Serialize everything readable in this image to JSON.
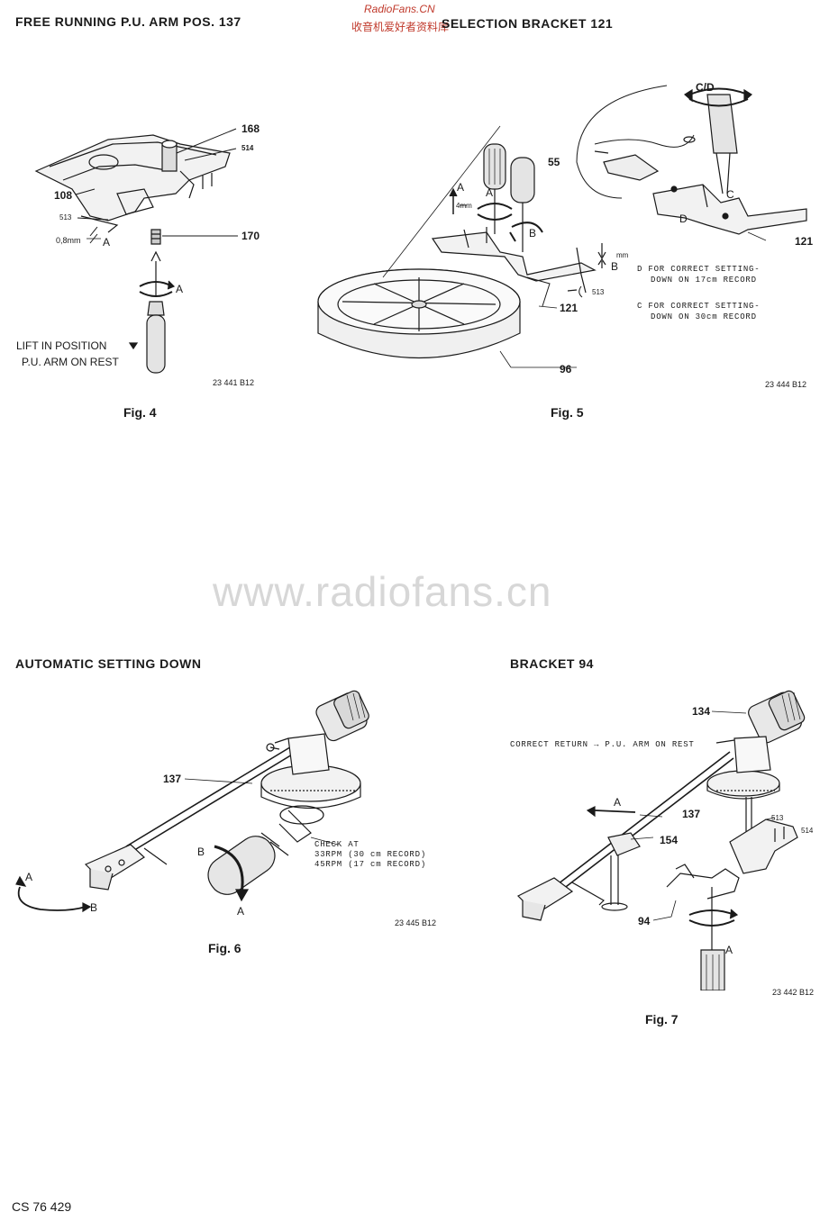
{
  "watermark": {
    "brand": "RadioFans.CN",
    "brand_cn": "收音机爱好者资料库",
    "site": "www.radiofans.cn"
  },
  "fig4": {
    "title": "FREE RUNNING P.U. ARM POS. 137",
    "callouts": {
      "c168": "168",
      "c514": "514",
      "c108": "108",
      "c513": "513",
      "c170": "170",
      "gap": "0,8mm",
      "a1": "A",
      "a2": "A"
    },
    "note_line1": "LIFT IN POSITION",
    "note_line2": "P.U. ARM ON REST",
    "code": "23 441 B12",
    "caption": "Fig. 4"
  },
  "fig5": {
    "title": "SELECTION BRACKET 121",
    "callouts": {
      "cd": "C/D",
      "c55": "55",
      "c": "C",
      "d": "D",
      "c121a": "121",
      "c121b": "121",
      "c513": "513",
      "c96": "96",
      "a1": "A",
      "a2": "A",
      "b1": "B",
      "b2": "B",
      "mm": "4mm",
      "mm2": "mm"
    },
    "note_d_line1": "D FOR CORRECT SETTING-",
    "note_d_line2": "DOWN ON 17cm RECORD",
    "note_c_line1": "C FOR CORRECT SETTING-",
    "note_c_line2": "DOWN ON 30cm RECORD",
    "code": "23 444 B12",
    "caption": "Fig. 5"
  },
  "fig6": {
    "title": "AUTOMATIC SETTING DOWN",
    "callouts": {
      "c137": "137",
      "a1": "A",
      "b1": "B",
      "b2": "B",
      "a2": "A"
    },
    "check_line1": "CHECK AT",
    "check_line2": "33RPM (30 cm RECORD)",
    "check_line3": "45RPM (17 cm RECORD)",
    "code": "23 445 B12",
    "caption": "Fig. 6"
  },
  "fig7": {
    "title": "BRACKET 94",
    "callouts": {
      "c134": "134",
      "c137": "137",
      "c154": "154",
      "c513": "513",
      "c514": "514",
      "c94": "94",
      "a1": "A",
      "a2": "A"
    },
    "note": "CORRECT RETURN → P.U. ARM ON REST",
    "code": "23 442 B12",
    "caption": "Fig. 7"
  },
  "footer": {
    "doc_number": "CS 76 429"
  }
}
